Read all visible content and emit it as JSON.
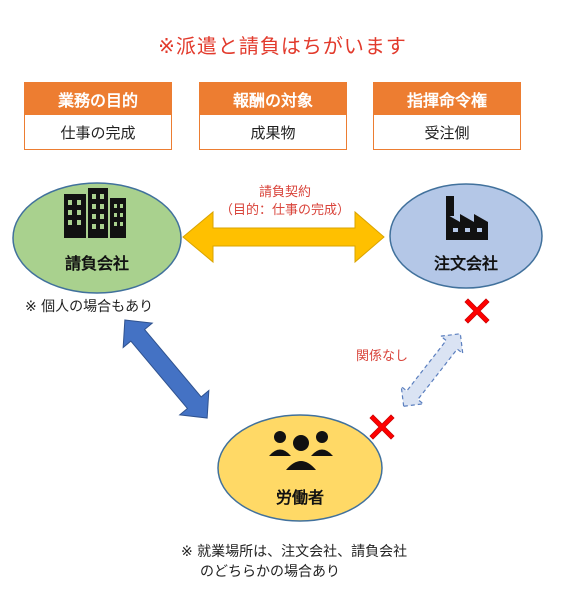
{
  "title": "※派遣と請負はちがいます",
  "boxes": [
    {
      "header": "業務の目的",
      "value": "仕事の完成"
    },
    {
      "header": "報酬の対象",
      "value": "成果物"
    },
    {
      "header": "指揮命令権",
      "value": "受注側"
    }
  ],
  "nodes": {
    "contractor": {
      "label": "請負会社",
      "icon": "office-buildings-icon",
      "color": "#a9d18e"
    },
    "client": {
      "label": "注文会社",
      "icon": "factory-icon",
      "color": "#b4c7e7"
    },
    "worker": {
      "label": "労働者",
      "icon": "people-group-icon",
      "color": "#ffd966"
    }
  },
  "contract": {
    "line1": "請負契約",
    "line2": "（目的：仕事の完成）",
    "arrow_color": "#ffc000"
  },
  "no_relation_label": "関係なし",
  "contractor_note": "※ 個人の場合もあり",
  "worker_note_line1": "※ 就業場所は、注文会社、請負会社",
  "worker_note_line2": "のどちらかの場合あり",
  "colors": {
    "accent": "#ed7d31",
    "red": "#e23a2c",
    "blue_arrow": "#4472c4"
  }
}
